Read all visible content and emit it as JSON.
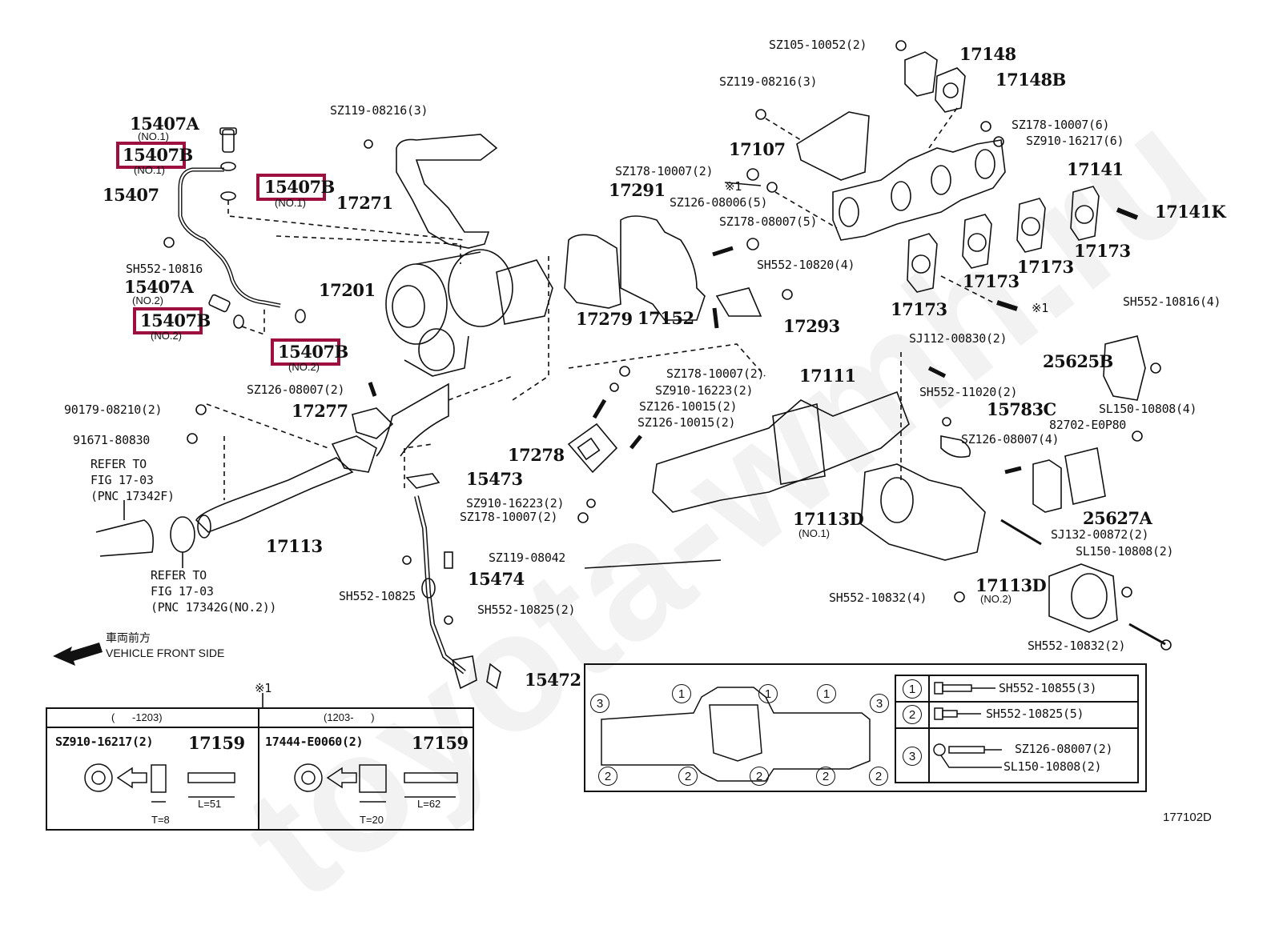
{
  "watermark": "toyota-wmh.ru",
  "figure_code": "177102D",
  "highlight_color": "#9c0f3f",
  "direction_indicator": {
    "jp_label": "車両前方",
    "en_label": "VEHICLE FRONT SIDE",
    "icon": "arrow-left-icon"
  },
  "highlighted_part": "15407B",
  "callouts": {
    "p15407A_no1": {
      "pn": "15407A",
      "sub": "(NO.1)"
    },
    "p15407B_no1a": {
      "pn": "15407B",
      "sub": "(NO.1)"
    },
    "p15407B_no1b": {
      "pn": "15407B",
      "sub": "(NO.1)"
    },
    "p15407": {
      "pn": "15407"
    },
    "sh552_10816": {
      "pn": "SH552-10816"
    },
    "p15407A_no2": {
      "pn": "15407A",
      "sub": "(NO.2)"
    },
    "p15407B_no2a": {
      "pn": "15407B",
      "sub": "(NO.2)"
    },
    "p15407B_no2b": {
      "pn": "15407B",
      "sub": "(NO.2)"
    },
    "sz119_08216_a": {
      "pn": "SZ119-08216(3)"
    },
    "p17271": {
      "pn": "17271"
    },
    "p17201": {
      "pn": "17201"
    },
    "sz126_08007_2": {
      "pn": "SZ126-08007(2)"
    },
    "p17277": {
      "pn": "17277"
    },
    "n90179": {
      "pn": "90179-08210(2)"
    },
    "n91671": {
      "pn": "91671-80830"
    },
    "refer1": {
      "line1": "REFER TO",
      "line2": "FIG 17-03",
      "line3": "(PNC 17342F)"
    },
    "refer2": {
      "line1": "REFER TO",
      "line2": "FIG 17-03",
      "line3": "(PNC 17342G(NO.2))"
    },
    "p17113": {
      "pn": "17113"
    },
    "p15473": {
      "pn": "15473"
    },
    "sz910_16223_b": {
      "pn": "SZ910-16223(2)"
    },
    "sz178_10007_c": {
      "pn": "SZ178-10007(2)"
    },
    "sz119_08042": {
      "pn": "SZ119-08042"
    },
    "p15474": {
      "pn": "15474"
    },
    "sh552_10825": {
      "pn": "SH552-10825"
    },
    "sh552_10825_2": {
      "pn": "SH552-10825(2)"
    },
    "p15472": {
      "pn": "15472"
    },
    "sz105": {
      "pn": "SZ105-10052(2)"
    },
    "p17148": {
      "pn": "17148"
    },
    "p17148B": {
      "pn": "17148B"
    },
    "sz119_08216_b": {
      "pn": "SZ119-08216(3)"
    },
    "p17107": {
      "pn": "17107"
    },
    "sz178_10007_6": {
      "pn": "SZ178-10007(6)"
    },
    "sz910_16217_6": {
      "pn": "SZ910-16217(6)"
    },
    "p17141": {
      "pn": "17141"
    },
    "p17141K": {
      "pn": "17141K"
    },
    "sz178_10007_a": {
      "pn": "SZ178-10007(2)"
    },
    "mark1_a": {
      "pn": "※1"
    },
    "p17291": {
      "pn": "17291"
    },
    "sz126_08006": {
      "pn": "SZ126-08006(5)"
    },
    "sz178_08007": {
      "pn": "SZ178-08007(5)"
    },
    "sh552_10820": {
      "pn": "SH552-10820(4)"
    },
    "p17279": {
      "pn": "17279"
    },
    "p17152": {
      "pn": "17152"
    },
    "p17293": {
      "pn": "17293"
    },
    "p17173_a": {
      "pn": "17173"
    },
    "p17173_b": {
      "pn": "17173"
    },
    "p17173_c": {
      "pn": "17173"
    },
    "p17173_d": {
      "pn": "17173"
    },
    "mark1_b": {
      "pn": "※1"
    },
    "sh552_10816_4": {
      "pn": "SH552-10816(4)"
    },
    "p25625B": {
      "pn": "25625B"
    },
    "sj112": {
      "pn": "SJ112-00830(2)"
    },
    "sh552_11020": {
      "pn": "SH552-11020(2)"
    },
    "p15783C": {
      "pn": "15783C"
    },
    "sl150_10808_4": {
      "pn": "SL150-10808(4)"
    },
    "n82702": {
      "pn": "82702-E0P80"
    },
    "sz126_08007_4": {
      "pn": "SZ126-08007(4)"
    },
    "p25627A": {
      "pn": "25627A"
    },
    "sz178_10007_b": {
      "pn": "SZ178-10007(2)"
    },
    "sz910_16223_a": {
      "pn": "SZ910-16223(2)"
    },
    "sz126_10015_a": {
      "pn": "SZ126-10015(2)"
    },
    "sz126_10015_b": {
      "pn": "SZ126-10015(2)"
    },
    "p17111": {
      "pn": "17111"
    },
    "p17278": {
      "pn": "17278"
    },
    "p17113D_no1": {
      "pn": "17113D",
      "sub": "(NO.1)"
    },
    "sj132": {
      "pn": "SJ132-00872(2)"
    },
    "sl150_10808_2": {
      "pn": "SL150-10808(2)"
    },
    "sh552_10832_4": {
      "pn": "SH552-10832(4)"
    },
    "p17113D_no2": {
      "pn": "17113D",
      "sub": "(NO.2)"
    },
    "sh552_10832_2": {
      "pn": "SH552-10832(2)"
    }
  },
  "note_table": {
    "marker": "※1",
    "left": {
      "header": "(      -1203)",
      "washer_pn": "SZ910-16217(2)",
      "stud_pn": "17159",
      "thickness": "T=8",
      "length": "L=51"
    },
    "right": {
      "header": "(1203-      )",
      "washer_pn": "17444-E0060(2)",
      "stud_pn": "17159",
      "thickness": "T=20",
      "length": "L=62"
    }
  },
  "bolt_legend": {
    "markers_top": [
      "3",
      "1",
      "1",
      "1",
      "3"
    ],
    "markers_bottom": [
      "2",
      "2",
      "2",
      "2",
      "2"
    ],
    "rows": [
      {
        "num": "1",
        "items": [
          "SH552-10855(3)"
        ]
      },
      {
        "num": "2",
        "items": [
          "SH552-10825(5)"
        ]
      },
      {
        "num": "3",
        "items": [
          "SZ126-08007(2)",
          "SL150-10808(2)"
        ]
      }
    ]
  }
}
